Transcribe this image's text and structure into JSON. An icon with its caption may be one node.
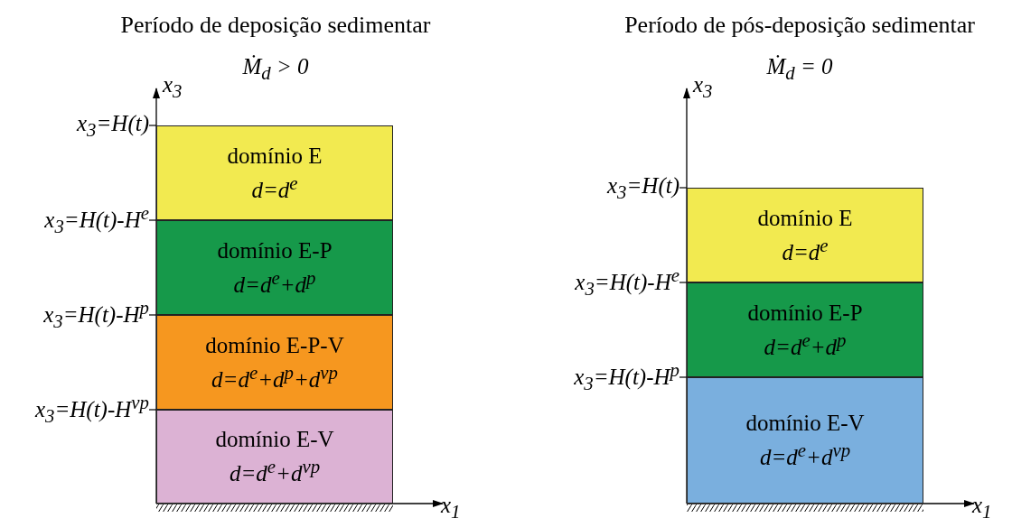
{
  "diagram": {
    "nodes": [
      {
        "text": [
          "domínio E",
          "d=d$^{e}$"
        ]
      },
      {
        "text": [
          "domínio E-P",
          "d=d$^{e}$+d$^{p}$"
        ]
      },
      {
        "text": [
          "domínio E-P-V",
          "d=d$^{e}$+d$^{p}$+d$^{vp}$"
        ]
      },
      {
        "text": [
          "domínio E-V",
          "d=d$^{e}$+d$^{vp}$"
        ]
      },
      {
        "text": [
          "domínio E",
          "d=d$^{e}$"
        ]
      },
      {
        "text": [
          "domínio E-P",
          "d=d$^{e}$+d$^{p}$"
        ]
      },
      {
        "text": [
          "domínio E-V",
          "d=d$^{e}$+d$^{vp}$"
        ]
      }
    ],
    "labels": [
      "Período de deposição sedimentar",
      "Ṁ$_{d}$ > 0",
      "x$_{3}$",
      "x$_{3}$=H(t)",
      "x$_{3}$=H(t)-H$^{e}$",
      "x$_{3}$=H(t)-H$^{p}$",
      "x$_{3}$=H(t)-H$^{vp}$",
      "x$_{1}$",
      "Período de pós-deposição sedimentar",
      "Ṁ$_{d}$ = 0",
      "x$_{3}$",
      "x$_{3}$=H(t)",
      "x$_{3}$=H(t)-H$^{e}$",
      "x$_{3}$=H(t)-H$^{p}$",
      "x$_{1}$"
    ]
  }
}
